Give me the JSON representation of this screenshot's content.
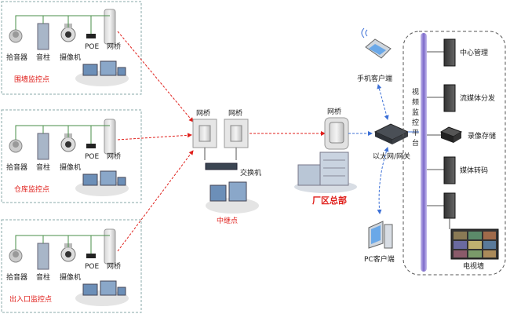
{
  "sites": [
    {
      "title": "围墙监控点",
      "pickup": "拾音器",
      "pillar": "音柱",
      "camera": "摄像机",
      "poe": "POE",
      "bridge": "网桥"
    },
    {
      "title": "仓库监控点",
      "pickup": "拾音器",
      "pillar": "音柱",
      "camera": "摄像机",
      "poe": "POE",
      "bridge": "网桥"
    },
    {
      "title": "出入口监控点",
      "pickup": "拾音器",
      "pillar": "音柱",
      "camera": "摄像机",
      "poe": "POE",
      "bridge": "网桥"
    }
  ],
  "relay": {
    "bridge1": "网桥",
    "bridge2": "网桥",
    "switch": "交换机",
    "title": "中继点"
  },
  "hq": {
    "bridge": "网桥",
    "title": "厂区总部"
  },
  "network": {
    "mobile": "手机客户端",
    "gateway": "以太网/网关",
    "pc": "PC客户端"
  },
  "platform": {
    "title_chars": [
      "视",
      "频",
      "监",
      "控",
      "平",
      "台"
    ],
    "servers": [
      "中心管理",
      "流媒体分发",
      "录像存储",
      "媒体转码"
    ],
    "tv_wall": "电视墙"
  },
  "colors": {
    "accent_red": "#e0201c",
    "arrow_blue": "#3b6fd6",
    "platform_bar": "#7b68c9"
  }
}
